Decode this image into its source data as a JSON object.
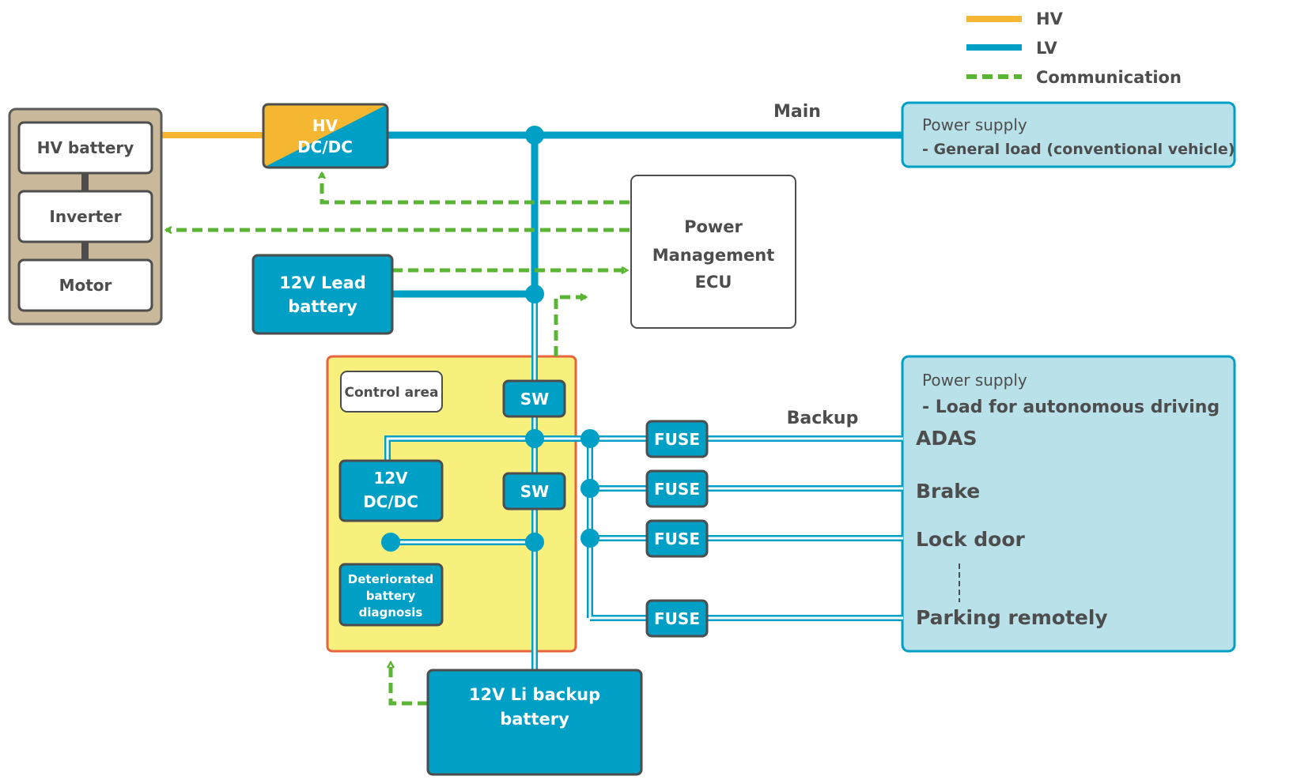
{
  "legend": {
    "hv": "HV",
    "lv": "LV",
    "communication": "Communication"
  },
  "colors": {
    "hv": "#f5b731",
    "lv": "#00a0c6",
    "communication": "#5bb535",
    "control_area_fill": "#f8f07c",
    "control_area_border": "#e8643c",
    "supply_fill": "#b9e1e9",
    "drive_unit_fill": "#c9b99a"
  },
  "drive_unit": {
    "hv_battery": "HV battery",
    "inverter": "Inverter",
    "motor": "Motor"
  },
  "hv_dcdc": {
    "line1": "HV",
    "line2": "DC/DC"
  },
  "main_label": "Main",
  "backup_label": "Backup",
  "power_supply_main": {
    "title": "Power supply",
    "subtitle": "- General load (conventional vehicle)"
  },
  "ecu": {
    "line1": "Power",
    "line2": "Management",
    "line3": "ECU"
  },
  "lead_battery": {
    "line1": "12V Lead",
    "line2": "battery"
  },
  "control_area": {
    "label": "Control area",
    "sw1": "SW",
    "sw2": "SW",
    "dcdc_line1": "12V",
    "dcdc_line2": "DC/DC",
    "diag_line1": "Deteriorated",
    "diag_line2": "battery",
    "diag_line3": "diagnosis"
  },
  "fuses": [
    "FUSE",
    "FUSE",
    "FUSE",
    "FUSE"
  ],
  "power_supply_backup": {
    "title": "Power supply",
    "subtitle": "- Load for autonomous driving",
    "loads": [
      "ADAS",
      "Brake",
      "Lock door",
      "Parking remotely"
    ]
  },
  "li_battery": {
    "line1": "12V Li backup",
    "line2": "battery"
  }
}
